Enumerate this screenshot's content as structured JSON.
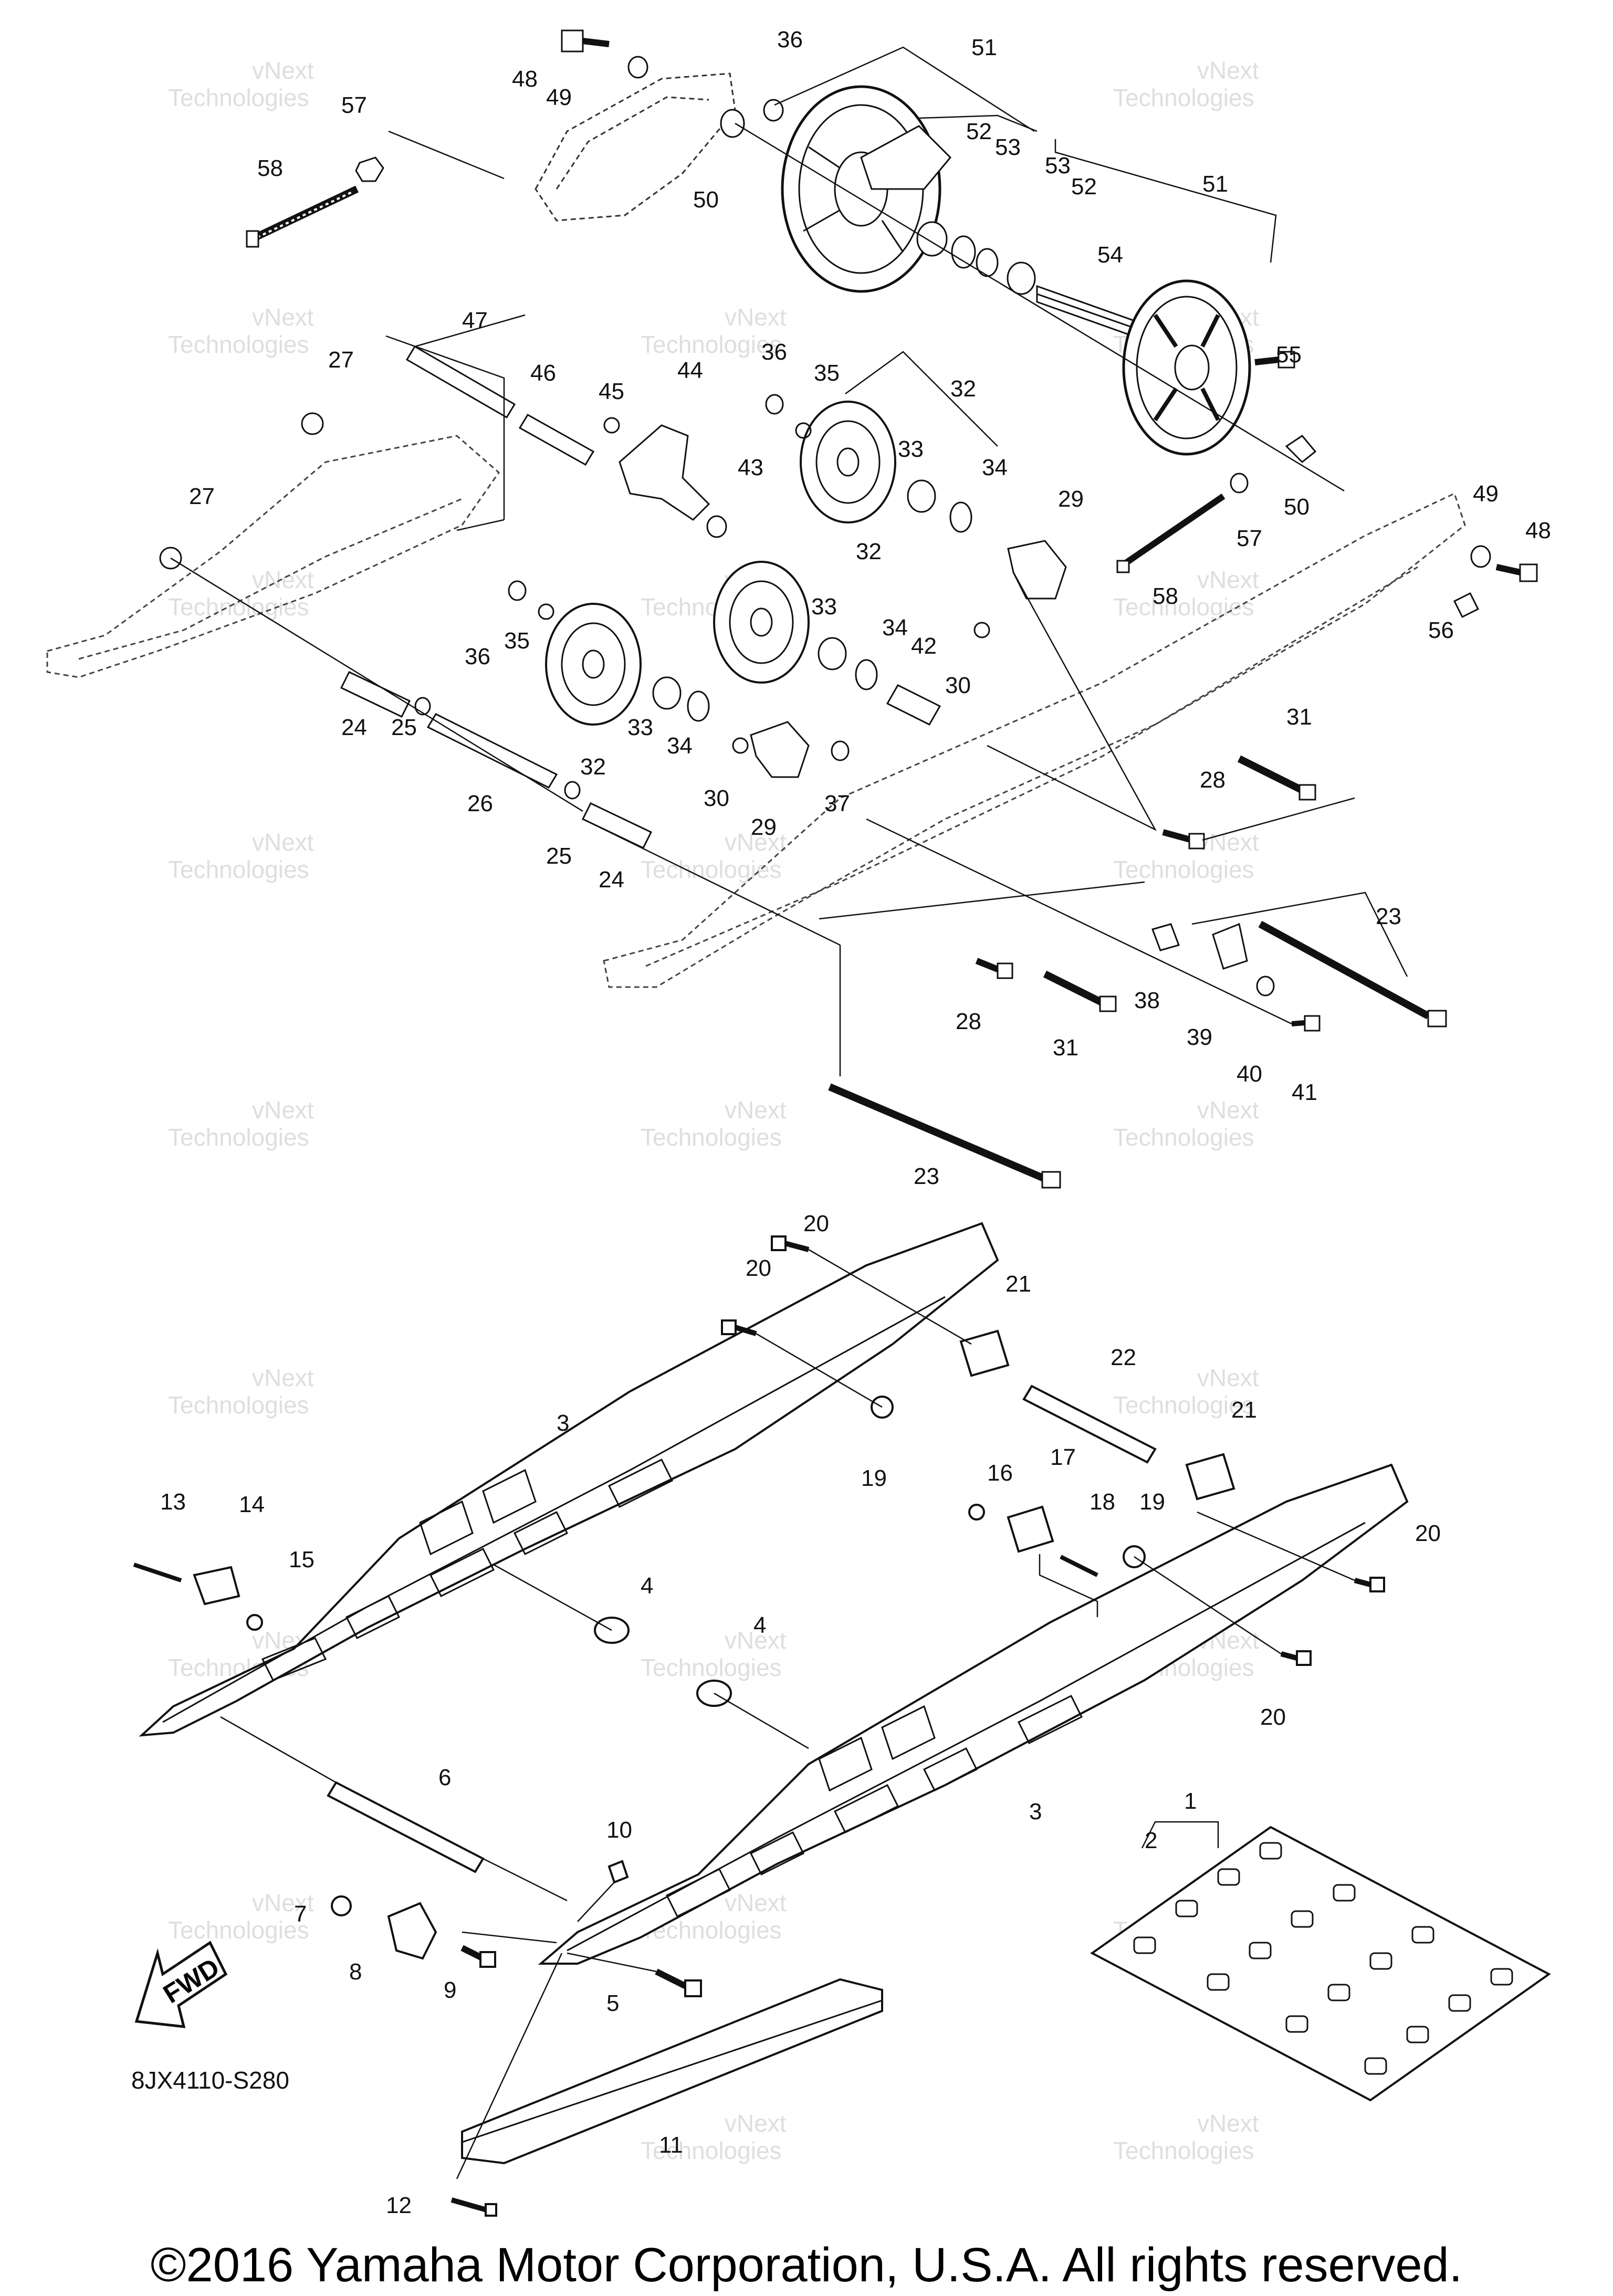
{
  "diagram": {
    "document_code": "8JX4110-S280",
    "copyright": "©2016 Yamaha Motor Corporation, U.S.A. All rights reserved.",
    "direction_label": "FWD",
    "watermark": [
      "vNext",
      "Technologies"
    ],
    "callouts": [
      {
        "id": "c1",
        "label": "1"
      },
      {
        "id": "c2",
        "label": "2"
      },
      {
        "id": "c3a",
        "label": "3"
      },
      {
        "id": "c3b",
        "label": "3"
      },
      {
        "id": "c4a",
        "label": "4"
      },
      {
        "id": "c4b",
        "label": "4"
      },
      {
        "id": "c5",
        "label": "5"
      },
      {
        "id": "c6",
        "label": "6"
      },
      {
        "id": "c7",
        "label": "7"
      },
      {
        "id": "c8",
        "label": "8"
      },
      {
        "id": "c9",
        "label": "9"
      },
      {
        "id": "c10",
        "label": "10"
      },
      {
        "id": "c11",
        "label": "11"
      },
      {
        "id": "c12",
        "label": "12"
      },
      {
        "id": "c13",
        "label": "13"
      },
      {
        "id": "c14",
        "label": "14"
      },
      {
        "id": "c15",
        "label": "15"
      },
      {
        "id": "c16",
        "label": "16"
      },
      {
        "id": "c17",
        "label": "17"
      },
      {
        "id": "c18",
        "label": "18"
      },
      {
        "id": "c19a",
        "label": "19"
      },
      {
        "id": "c19b",
        "label": "19"
      },
      {
        "id": "c20a",
        "label": "20"
      },
      {
        "id": "c20b",
        "label": "20"
      },
      {
        "id": "c20c",
        "label": "20"
      },
      {
        "id": "c20d",
        "label": "20"
      },
      {
        "id": "c21a",
        "label": "21"
      },
      {
        "id": "c21b",
        "label": "21"
      },
      {
        "id": "c22",
        "label": "22"
      },
      {
        "id": "c23a",
        "label": "23"
      },
      {
        "id": "c23b",
        "label": "23"
      },
      {
        "id": "c24a",
        "label": "24"
      },
      {
        "id": "c24b",
        "label": "24"
      },
      {
        "id": "c25a",
        "label": "25"
      },
      {
        "id": "c25b",
        "label": "25"
      },
      {
        "id": "c26",
        "label": "26"
      },
      {
        "id": "c27a",
        "label": "27"
      },
      {
        "id": "c27b",
        "label": "27"
      },
      {
        "id": "c28a",
        "label": "28"
      },
      {
        "id": "c28b",
        "label": "28"
      },
      {
        "id": "c29a",
        "label": "29"
      },
      {
        "id": "c29b",
        "label": "29"
      },
      {
        "id": "c30a",
        "label": "30"
      },
      {
        "id": "c30b",
        "label": "30"
      },
      {
        "id": "c31a",
        "label": "31"
      },
      {
        "id": "c31b",
        "label": "31"
      },
      {
        "id": "c32a",
        "label": "32"
      },
      {
        "id": "c32b",
        "label": "32"
      },
      {
        "id": "c32c",
        "label": "32"
      },
      {
        "id": "c33a",
        "label": "33"
      },
      {
        "id": "c33b",
        "label": "33"
      },
      {
        "id": "c33c",
        "label": "33"
      },
      {
        "id": "c34a",
        "label": "34"
      },
      {
        "id": "c34b",
        "label": "34"
      },
      {
        "id": "c34c",
        "label": "34"
      },
      {
        "id": "c35a",
        "label": "35"
      },
      {
        "id": "c35b",
        "label": "35"
      },
      {
        "id": "c36a",
        "label": "36"
      },
      {
        "id": "c36b",
        "label": "36"
      },
      {
        "id": "c36c",
        "label": "36"
      },
      {
        "id": "c37",
        "label": "37"
      },
      {
        "id": "c38",
        "label": "38"
      },
      {
        "id": "c39",
        "label": "39"
      },
      {
        "id": "c40",
        "label": "40"
      },
      {
        "id": "c41",
        "label": "41"
      },
      {
        "id": "c42",
        "label": "42"
      },
      {
        "id": "c43",
        "label": "43"
      },
      {
        "id": "c44",
        "label": "44"
      },
      {
        "id": "c45",
        "label": "45"
      },
      {
        "id": "c46",
        "label": "46"
      },
      {
        "id": "c47",
        "label": "47"
      },
      {
        "id": "c48a",
        "label": "48"
      },
      {
        "id": "c48b",
        "label": "48"
      },
      {
        "id": "c49a",
        "label": "49"
      },
      {
        "id": "c49b",
        "label": "49"
      },
      {
        "id": "c50a",
        "label": "50"
      },
      {
        "id": "c50b",
        "label": "50"
      },
      {
        "id": "c51a",
        "label": "51"
      },
      {
        "id": "c51b",
        "label": "51"
      },
      {
        "id": "c52a",
        "label": "52"
      },
      {
        "id": "c52b",
        "label": "52"
      },
      {
        "id": "c53a",
        "label": "53"
      },
      {
        "id": "c53b",
        "label": "53"
      },
      {
        "id": "c54",
        "label": "54"
      },
      {
        "id": "c55",
        "label": "55"
      },
      {
        "id": "c56",
        "label": "56"
      },
      {
        "id": "c57a",
        "label": "57"
      },
      {
        "id": "c57b",
        "label": "57"
      },
      {
        "id": "c58a",
        "label": "58"
      },
      {
        "id": "c58b",
        "label": "58"
      }
    ]
  }
}
